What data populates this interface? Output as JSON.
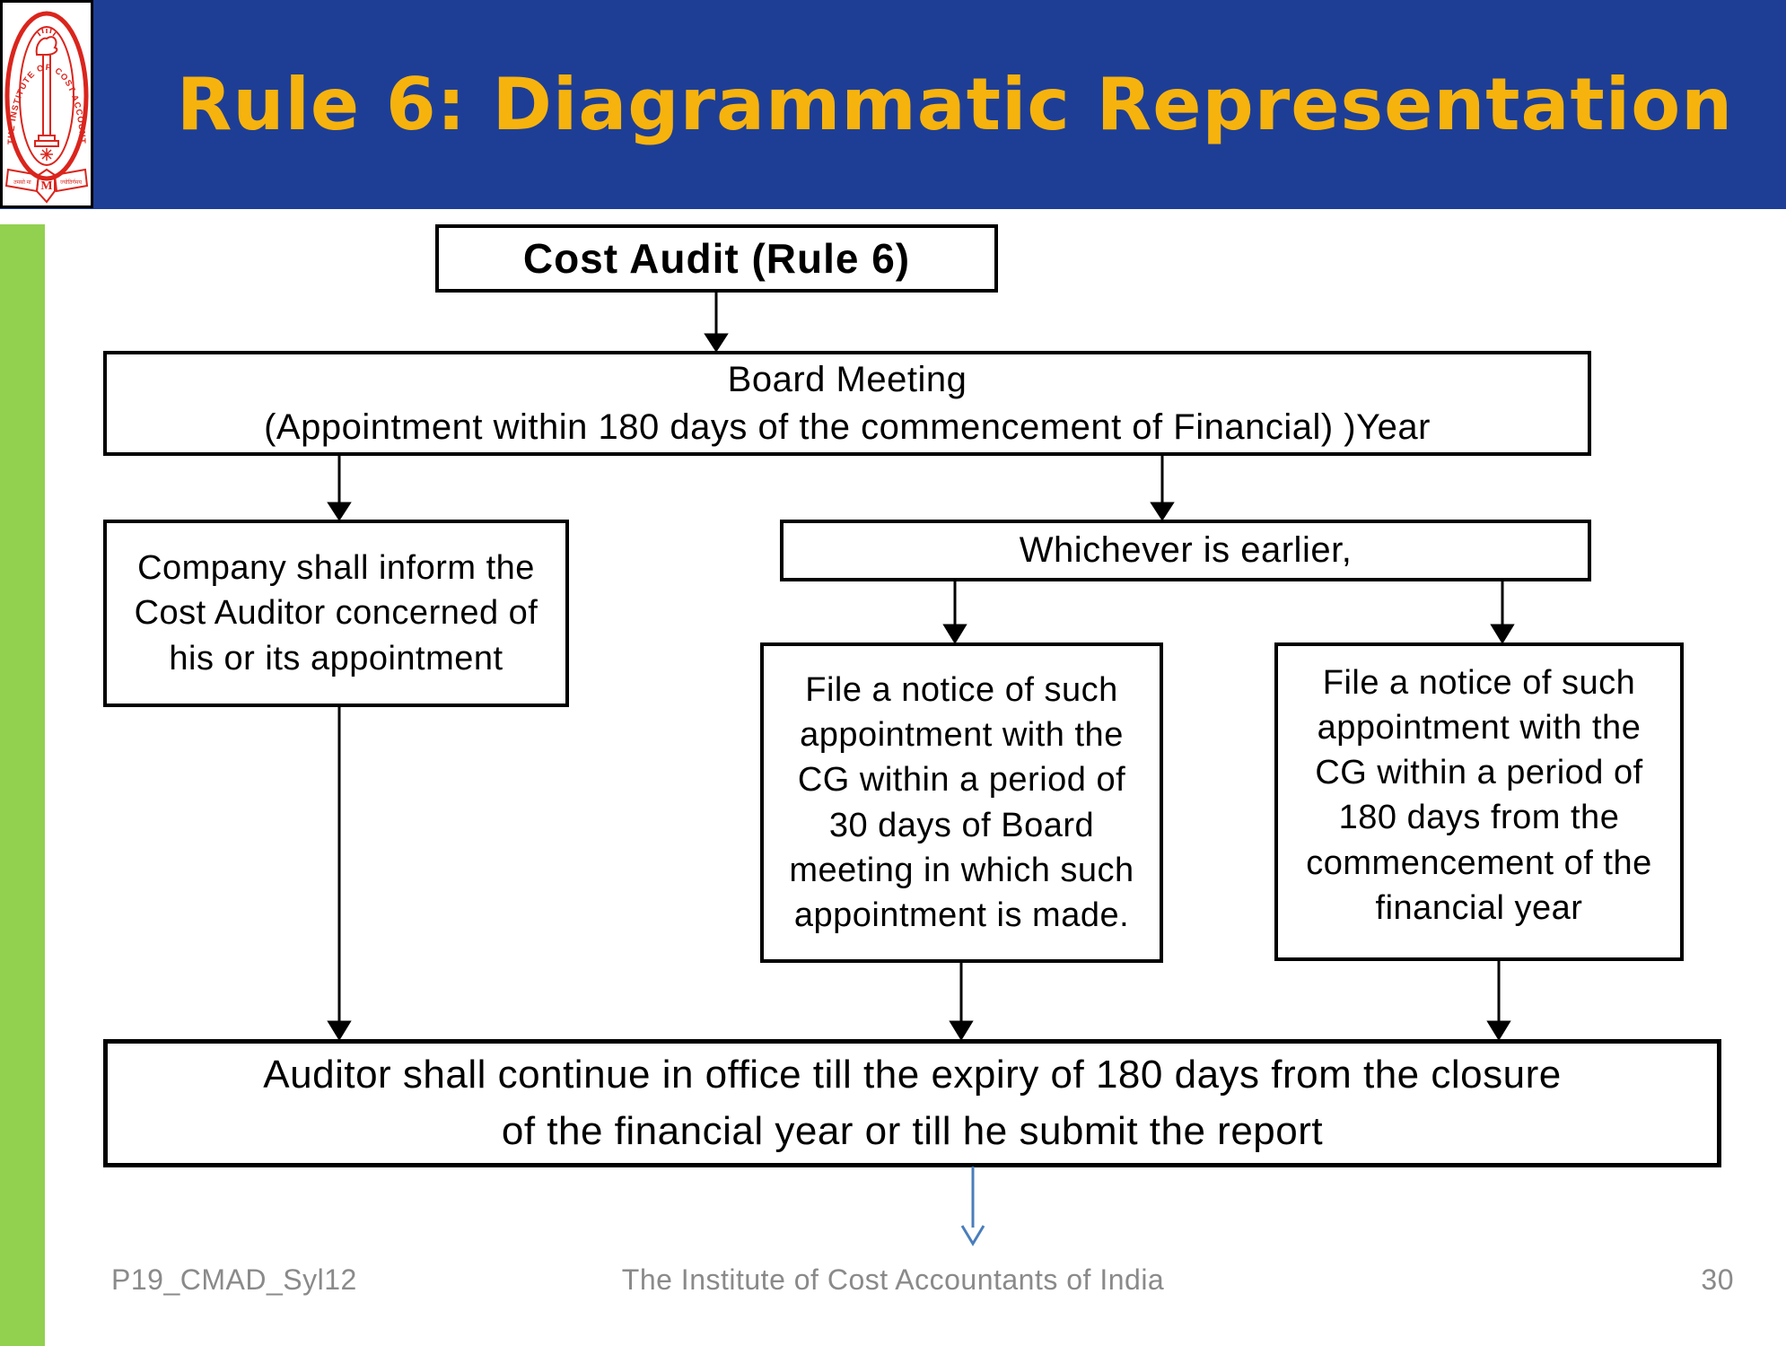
{
  "slide": {
    "title": "Rule 6: Diagrammatic Representation",
    "footer_left": "P19_CMAD_Syl12",
    "footer_center": "The Institute of Cost Accountants of India",
    "page_number": "30"
  },
  "logo": {
    "ring_text": "THE INSTITUTE OF COST ACCOUNTANTS OF INDIA",
    "monogram": "M",
    "motto_left": "तमसो मा",
    "motto_right": "ज्योतिर्गमय"
  },
  "flowchart": {
    "cost_audit": "Cost Audit (Rule 6)",
    "board_meeting_line1": "Board Meeting",
    "board_meeting_line2": "(Appointment within 180 days of the commencement of Financial) )Year",
    "company_inform": "Company shall inform the Cost Auditor concerned of his or its appointment",
    "whichever": "Whichever is earlier,",
    "file_notice_30": "File a notice of such appointment with the CG within a period of 30 days of Board meeting in which such appointment is made.",
    "file_notice_180": "File a notice of such appointment with the CG within a period of 180 days from the commencement of the financial year",
    "auditor_line1": "Auditor shall continue in office till the expiry of 180 days from the closure",
    "auditor_line2": "of the financial year or till he submit the report"
  },
  "colors": {
    "banner_blue": "#1E3E96",
    "title_yellow": "#F7B30D",
    "stripe_green": "#92D050",
    "logo_red": "#DA251D",
    "box_border_black": "#000000",
    "arrow_black": "#000000",
    "arrow_blue": "#4A7EBB",
    "footer_gray": "#8A8A8A"
  }
}
